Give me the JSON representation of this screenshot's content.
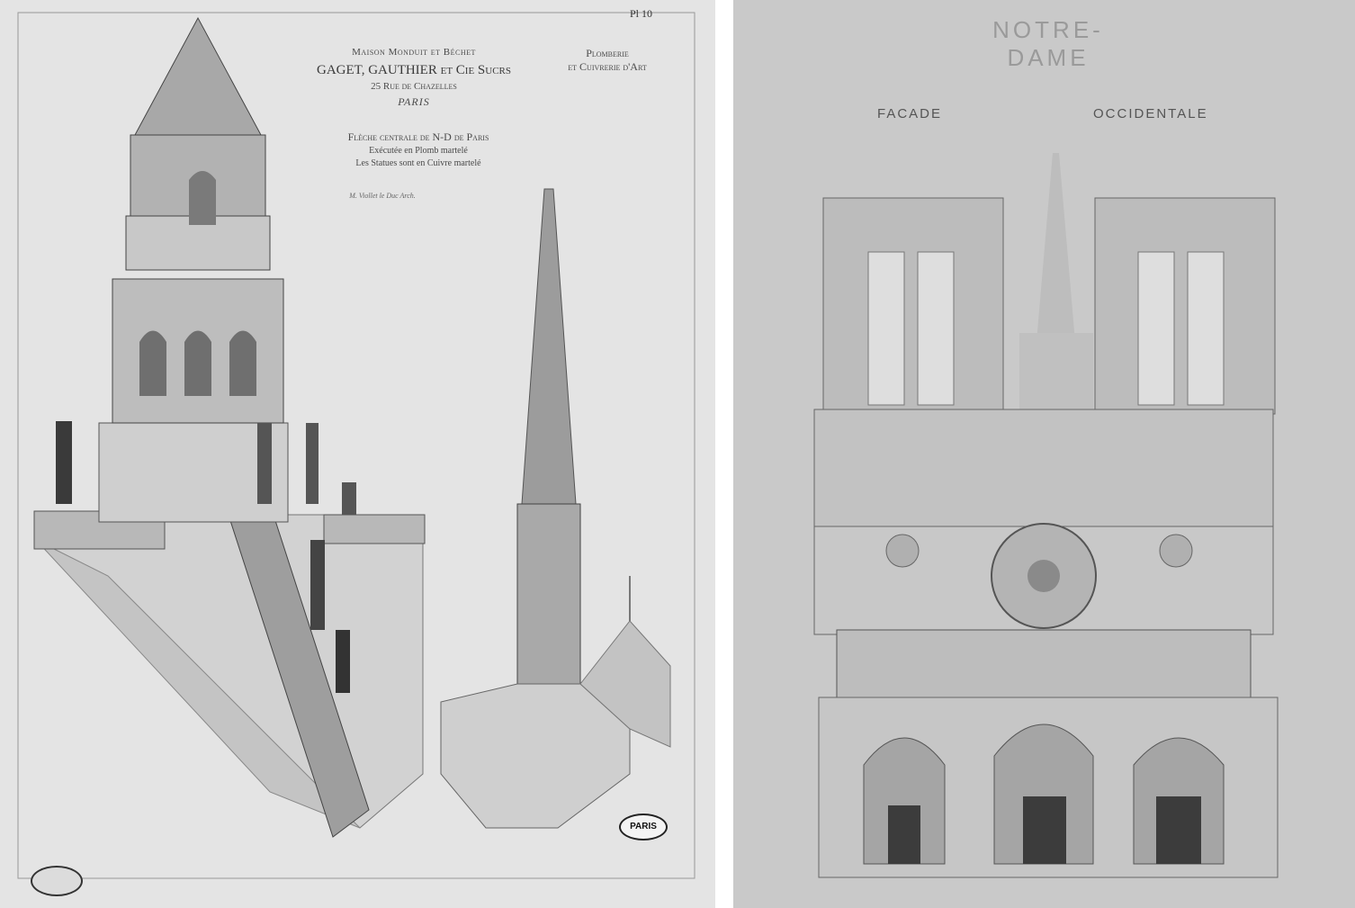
{
  "left_plate": {
    "plate_number": "Pl 10",
    "maker_line1": "Maison Monduit et Béchet",
    "maker_line2": "GAGET, GAUTHIER et Cie Sucrs",
    "maker_line3": "25 Rue de Chazelles",
    "maker_line4": "PARIS",
    "trade_line1": "Plomberie",
    "trade_line2": "et Cuivrerie d'Art",
    "desc_line1": "Flèche centrale de N-D de Paris",
    "desc_line2": "Exécutée en Plomb martelé",
    "desc_line3": "Les Statues sont en Cuivre martelé",
    "architect": "M. Viollet le Duc Arch.",
    "stamp_label": "PARIS"
  },
  "right_plate": {
    "title": "NOTRE-DAME",
    "subtitle_left": "FACADE",
    "subtitle_right": "OCCIDENTALE"
  },
  "colors": {
    "left_paper": "#e4e4e4",
    "right_paper": "#c9c9c9",
    "ink": "#4a4a4a"
  }
}
